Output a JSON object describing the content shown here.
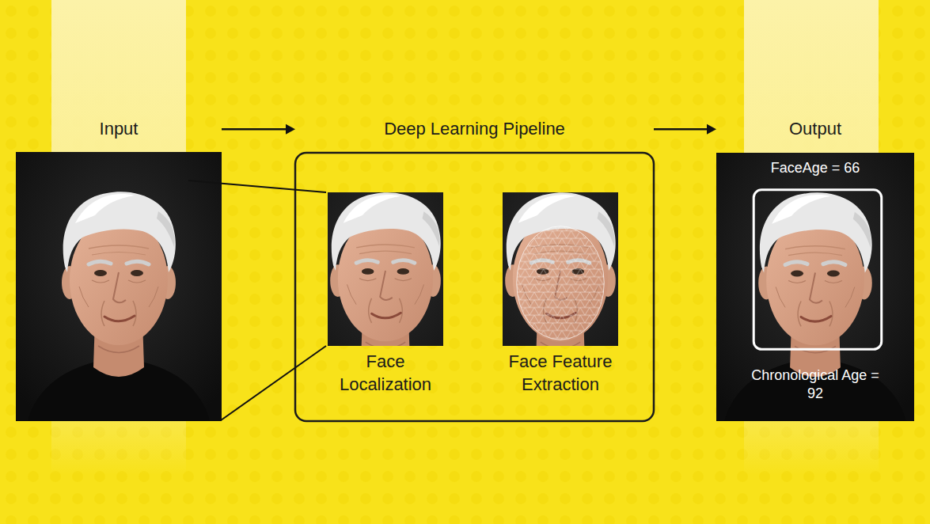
{
  "diagram": {
    "nodes": [
      {
        "text": [
          "Input"
        ]
      },
      {
        "text": [
          "Deep Learning Pipeline"
        ]
      },
      {
        "text": [
          "Face Localization"
        ],
        "in": 1
      },
      {
        "text": [
          "Face Feature Extraction"
        ],
        "in": 1
      },
      {
        "text": [
          "Output",
          "FaceAge = 66",
          "Chronological Age = 92"
        ]
      }
    ],
    "edges": [
      {
        "from": 0,
        "to": 1,
        "arrow": "to"
      },
      {
        "from": 1,
        "to": 4,
        "arrow": "to"
      }
    ]
  }
}
